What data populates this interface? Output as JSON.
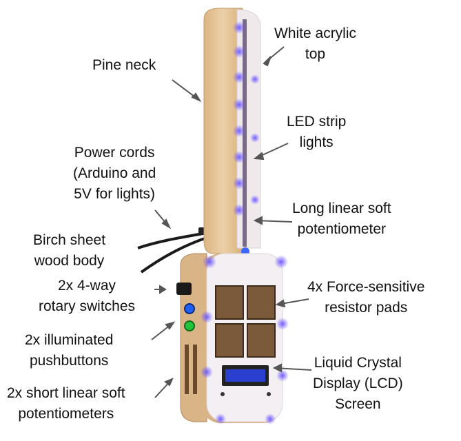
{
  "labels": {
    "white_acrylic_top": [
      "White acrylic",
      "top"
    ],
    "pine_neck": [
      "Pine neck"
    ],
    "led_strip": [
      "LED strip",
      "lights"
    ],
    "power_cords": [
      "Power cords",
      "(Arduino and",
      "5V for lights)"
    ],
    "long_pot": [
      "Long linear soft",
      "potentiometer"
    ],
    "birch_body": [
      "Birch sheet",
      "wood body"
    ],
    "rotary_switches": [
      "2x 4-way",
      "rotary switches"
    ],
    "fsr_pads": [
      "4x Force-sensitive",
      "resistor pads"
    ],
    "pushbuttons": [
      "2x illuminated",
      "pushbuttons"
    ],
    "lcd": [
      "Liquid Crystal",
      "Display (LCD)",
      "Screen"
    ],
    "short_pots": [
      "2x short linear soft",
      "potentiometers"
    ]
  },
  "colors": {
    "wood": "#e7c59a",
    "acrylic": "#f3eef1",
    "led_glow": "#8a70ff",
    "button_blue": "#1f5ef0",
    "button_green": "#22c33a",
    "lcd_blue": "#2a3fd0",
    "pad": "#7a5a3a",
    "arrow": "#555555"
  }
}
